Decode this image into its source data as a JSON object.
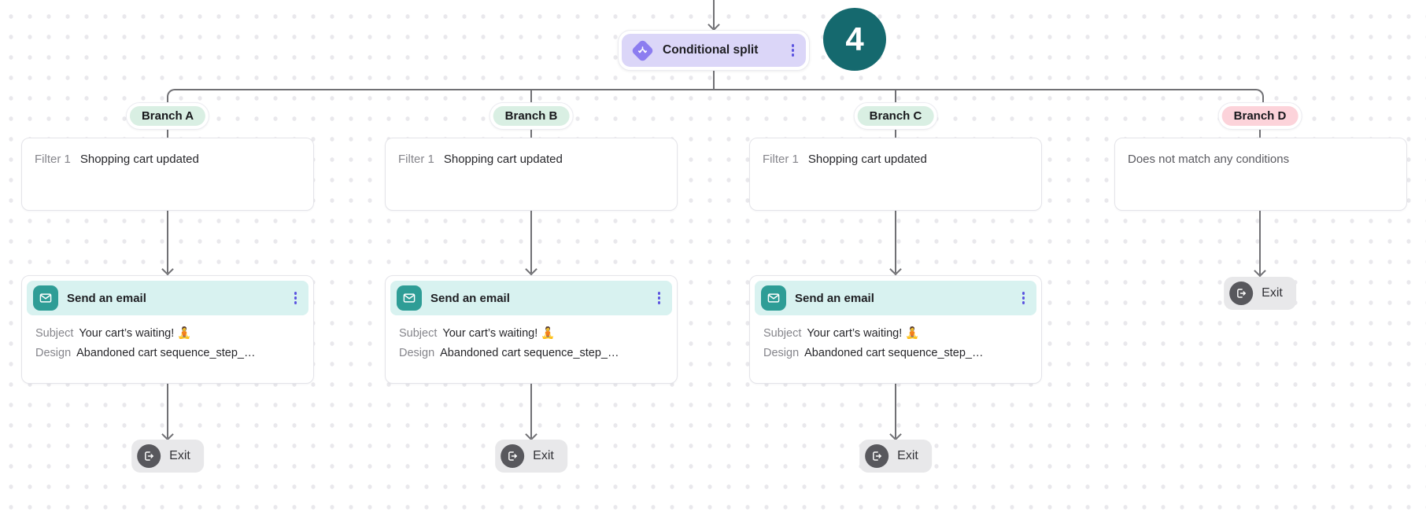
{
  "split_node": {
    "label": "Conditional split",
    "count_badge": "4"
  },
  "branches": [
    {
      "label": "Branch A",
      "filter_label": "Filter 1",
      "filter_value": "Shopping cart updated",
      "email": {
        "title": "Send an email",
        "subject_label": "Subject",
        "subject_value": "Your cart’s waiting! 🧘",
        "design_label": "Design",
        "design_value": "Abandoned cart sequence_step_…"
      },
      "exit_label": "Exit"
    },
    {
      "label": "Branch B",
      "filter_label": "Filter 1",
      "filter_value": "Shopping cart updated",
      "email": {
        "title": "Send an email",
        "subject_label": "Subject",
        "subject_value": "Your cart’s waiting! 🧘",
        "design_label": "Design",
        "design_value": "Abandoned cart sequence_step_…"
      },
      "exit_label": "Exit"
    },
    {
      "label": "Branch C",
      "filter_label": "Filter 1",
      "filter_value": "Shopping cart updated",
      "email": {
        "title": "Send an email",
        "subject_label": "Subject",
        "subject_value": "Your cart’s waiting! 🧘",
        "design_label": "Design",
        "design_value": "Abandoned cart sequence_step_…"
      },
      "exit_label": "Exit"
    },
    {
      "label": "Branch D",
      "filter_value": "Does not match any conditions",
      "exit_label": "Exit"
    }
  ],
  "colors": {
    "count_badge": "#15696e",
    "split_node_bg": "#dbd6f8",
    "split_icon_bg": "#8c7df0",
    "kebab_dots": "#5b53e0",
    "branch_mint": "#d9efe3",
    "branch_pink": "#fcd3da",
    "email_header_bg": "#d8f2f0",
    "email_icon_bg": "#2e9d96",
    "exit_pill_bg": "#e8e8ea",
    "exit_circle_bg": "#58585d",
    "connector": "#707074"
  }
}
